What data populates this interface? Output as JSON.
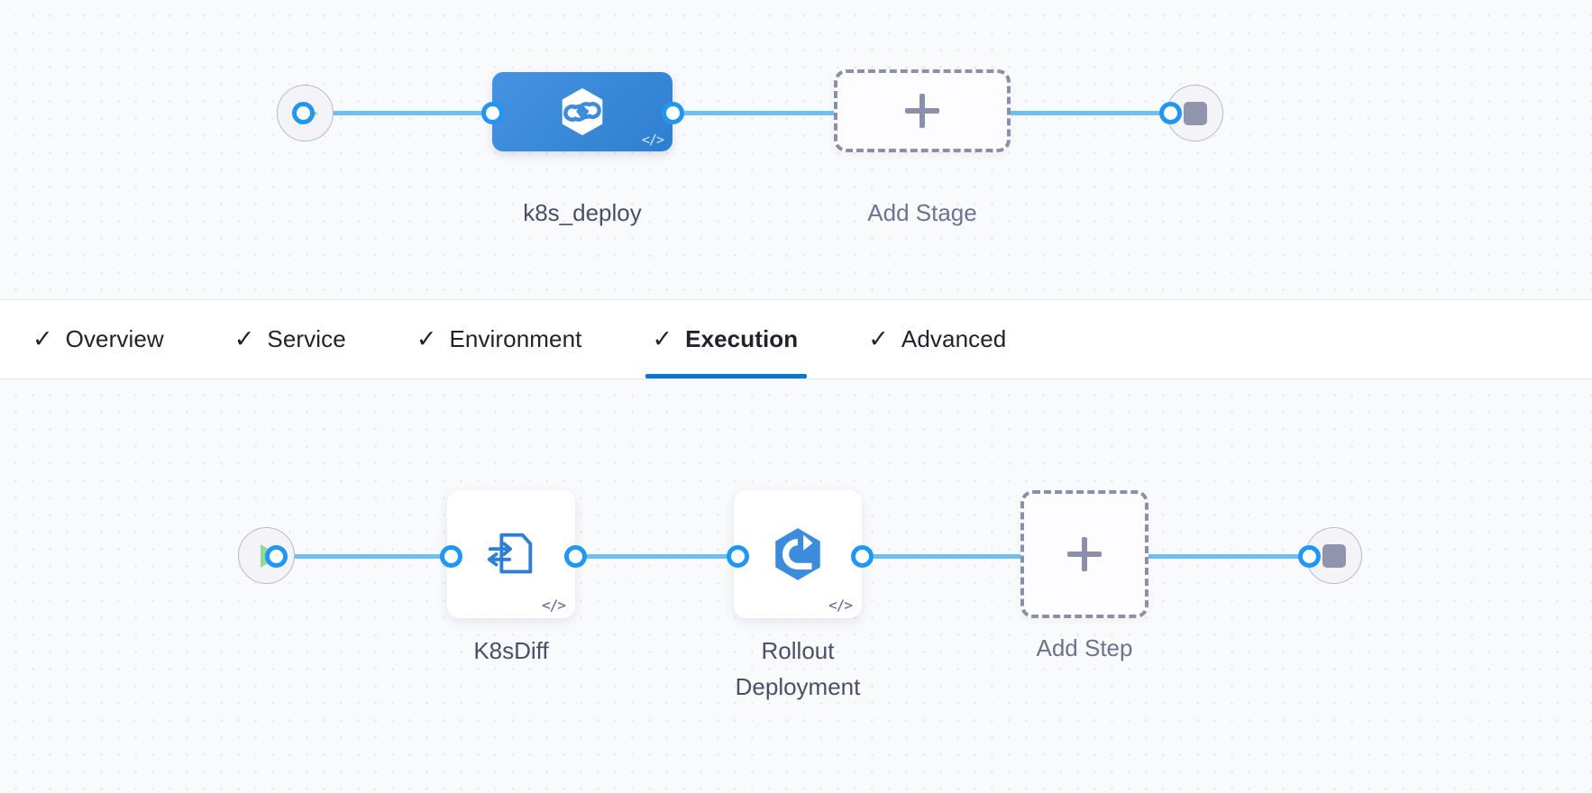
{
  "tabs": [
    {
      "label": "Overview",
      "icon": "check-icon",
      "active": false,
      "complete": true
    },
    {
      "label": "Service",
      "icon": "check-icon",
      "active": false,
      "complete": true
    },
    {
      "label": "Environment",
      "icon": "check-icon",
      "active": false,
      "complete": true
    },
    {
      "label": "Execution",
      "icon": "check-icon",
      "active": true,
      "complete": true
    },
    {
      "label": "Advanced",
      "icon": "check-icon",
      "active": false,
      "complete": true
    }
  ],
  "stage_graph": {
    "start_node": {
      "icon": "play-icon"
    },
    "end_node": {
      "icon": "stop-icon"
    },
    "nodes": [
      {
        "label": "k8s_deploy",
        "icon": "harness-hexagon-icon",
        "badge": "</>",
        "type": "stage",
        "selected": true
      },
      {
        "label": "Add Stage",
        "icon": "plus-icon",
        "type": "add"
      }
    ]
  },
  "step_graph": {
    "start_node": {
      "icon": "play-icon"
    },
    "end_node": {
      "icon": "stop-icon"
    },
    "nodes": [
      {
        "label": "K8sDiff",
        "icon": "diff-document-icon",
        "badge": "</>",
        "type": "step"
      },
      {
        "label": "Rollout\nDeployment",
        "icon": "rollout-hexagon-icon",
        "badge": "</>",
        "type": "step"
      },
      {
        "label": "Add Step",
        "icon": "plus-icon",
        "type": "add"
      }
    ]
  },
  "colors": {
    "accent": "#0278d5",
    "link": "#6fc0ef",
    "stage_fill": "#3d8cdb",
    "dashed_border": "#8b8fa8",
    "play_green": "#8fd99a",
    "stop_gray": "#9094ac"
  }
}
